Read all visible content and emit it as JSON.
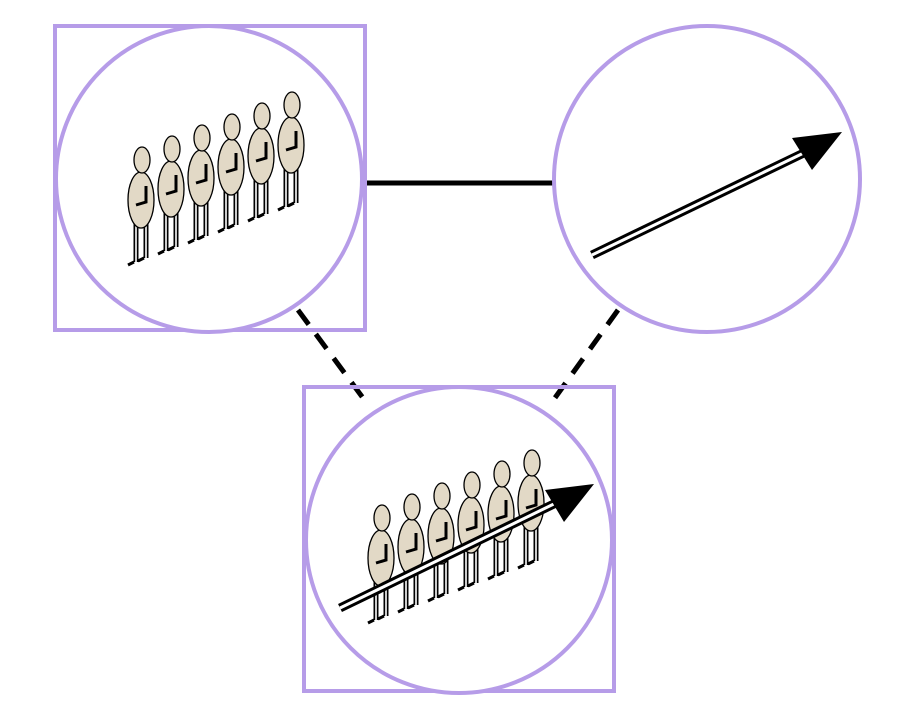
{
  "diagram": {
    "colors": {
      "frame": "#b69ce8",
      "line": "#000000",
      "figure_fill": "#e2d9c6",
      "background": "#ffffff"
    },
    "nodes": [
      {
        "id": "group",
        "framed_square": true,
        "content": "people-group",
        "people_count": 6
      },
      {
        "id": "direction",
        "framed_square": false,
        "content": "arrow"
      },
      {
        "id": "group-with-direction",
        "framed_square": true,
        "content": "people-group-with-arrow",
        "people_count": 6
      }
    ],
    "edges": [
      {
        "from": "group",
        "to": "direction",
        "style": "solid"
      },
      {
        "from": "group",
        "to": "group-with-direction",
        "style": "dashed"
      },
      {
        "from": "direction",
        "to": "group-with-direction",
        "style": "dashed"
      }
    ]
  }
}
